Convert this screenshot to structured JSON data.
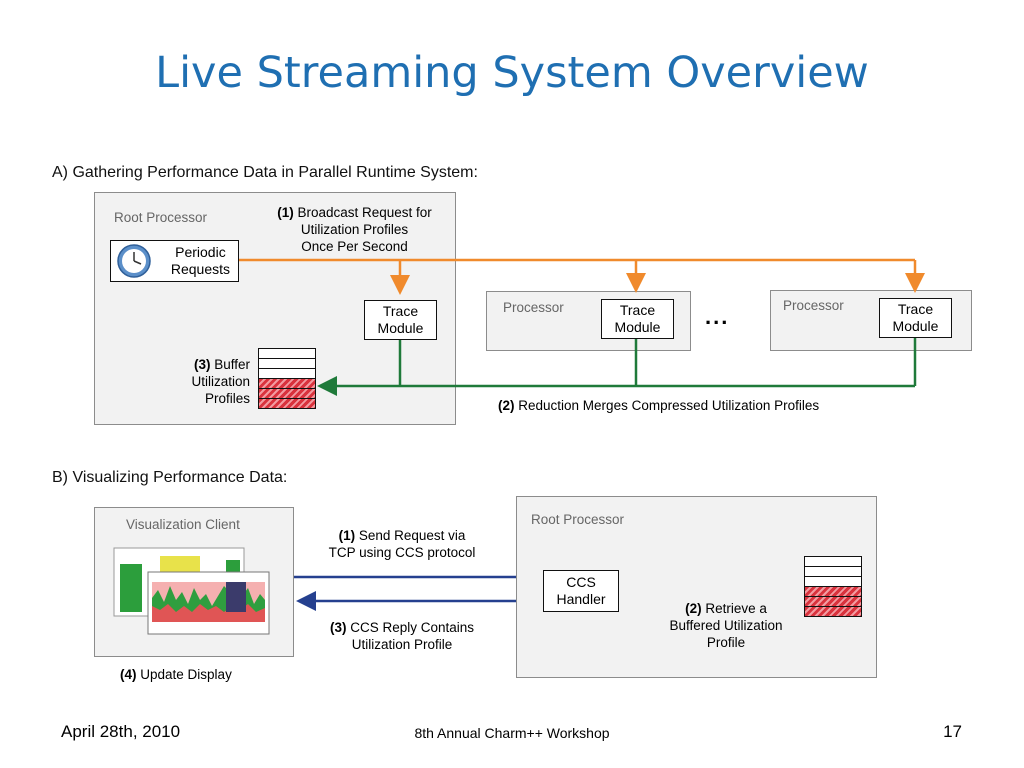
{
  "title": "Live Streaming System Overview",
  "section_a": {
    "heading": "A) Gathering Performance Data in Parallel Runtime System:",
    "root_label": "Root Processor",
    "periodic_requests": "Periodic\nRequests",
    "step1_num": "(1)",
    "step1_text": "Broadcast Request for\nUtilization Profiles\nOnce Per Second",
    "trace_module": "Trace\nModule",
    "processor_label": "Processor",
    "ellipsis": "...",
    "step3_num": "(3)",
    "step3_text": "Buffer\nUtilization\nProfiles",
    "step2_num": "(2)",
    "step2_text": "Reduction Merges Compressed Utilization Profiles"
  },
  "section_b": {
    "heading": "B) Visualizing Performance Data:",
    "client_label": "Visualization Client",
    "root_label": "Root Processor",
    "ccs_handler": "CCS\nHandler",
    "step1_num": "(1)",
    "step1_text": "Send Request via\nTCP using CCS protocol",
    "step3_num": "(3)",
    "step3_text": "CCS Reply Contains\nUtilization Profile",
    "step2_num": "(2)",
    "step2_text": "Retrieve a\nBuffered Utilization\nProfile",
    "step4_num": "(4)",
    "step4_text": "Update Display"
  },
  "colors": {
    "title": "#1f6fb2",
    "broadcast_arrow": "#f08a2c",
    "reduction_arrow": "#1f7a3a",
    "ccs_arrow": "#25408f",
    "buffer_fill": "#d9323d"
  },
  "footer": {
    "date": "April 28th, 2010",
    "event": "8th Annual Charm++ Workshop",
    "page": "17"
  }
}
